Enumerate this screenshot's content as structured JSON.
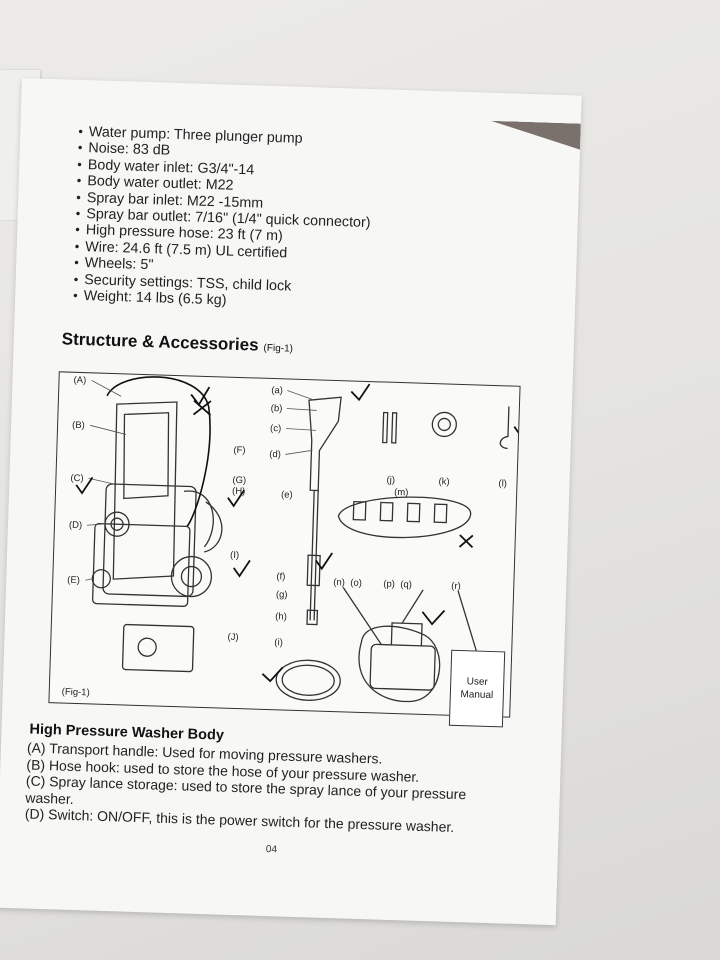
{
  "specs": [
    "Water pump: Three plunger pump",
    "Noise: 83 dB",
    "Body water inlet: G3/4\"-14",
    "Body water outlet: M22",
    "Spray bar inlet: M22 -15mm",
    "Spray bar outlet: 7/16\" (1/4\" quick connector)",
    "High pressure hose: 23 ft (7 m)",
    "Wire: 24.6 ft (7.5 m) UL certified",
    "Wheels: 5\"",
    "Security settings: TSS, child lock",
    "Weight: 14 lbs (6.5 kg)"
  ],
  "section_title": "Structure & Accessories",
  "section_fig_ref": "(Fig-1)",
  "figure": {
    "caption": "(Fig-1)",
    "labels_left": [
      "(A)",
      "(B)",
      "(C)",
      "(D)",
      "(E)"
    ],
    "labels_mid": [
      "(F)",
      "(G)",
      "(H)",
      "(I)",
      "(J)"
    ],
    "labels_gun": [
      "(a)",
      "(b)",
      "(c)",
      "(d)",
      "(e)",
      "(f)",
      "(g)",
      "(h)",
      "(i)"
    ],
    "labels_acc": [
      "(j)",
      "(k)",
      "(l)",
      "(m)",
      "(n)",
      "(o)",
      "(p)",
      "(q)",
      "(r)"
    ],
    "user_manual_line1": "User",
    "user_manual_line2": "Manual"
  },
  "body_title": "High Pressure Washer Body",
  "body_lines": [
    "(A) Transport handle: Used for moving pressure washers.",
    "(B) Hose hook: used to store the hose of your pressure washer.",
    "(C) Spray lance storage: used to store the spray lance of your pressure washer.",
    "(D) Switch: ON/OFF, this is the power switch for the pressure washer."
  ],
  "page_number": "04"
}
